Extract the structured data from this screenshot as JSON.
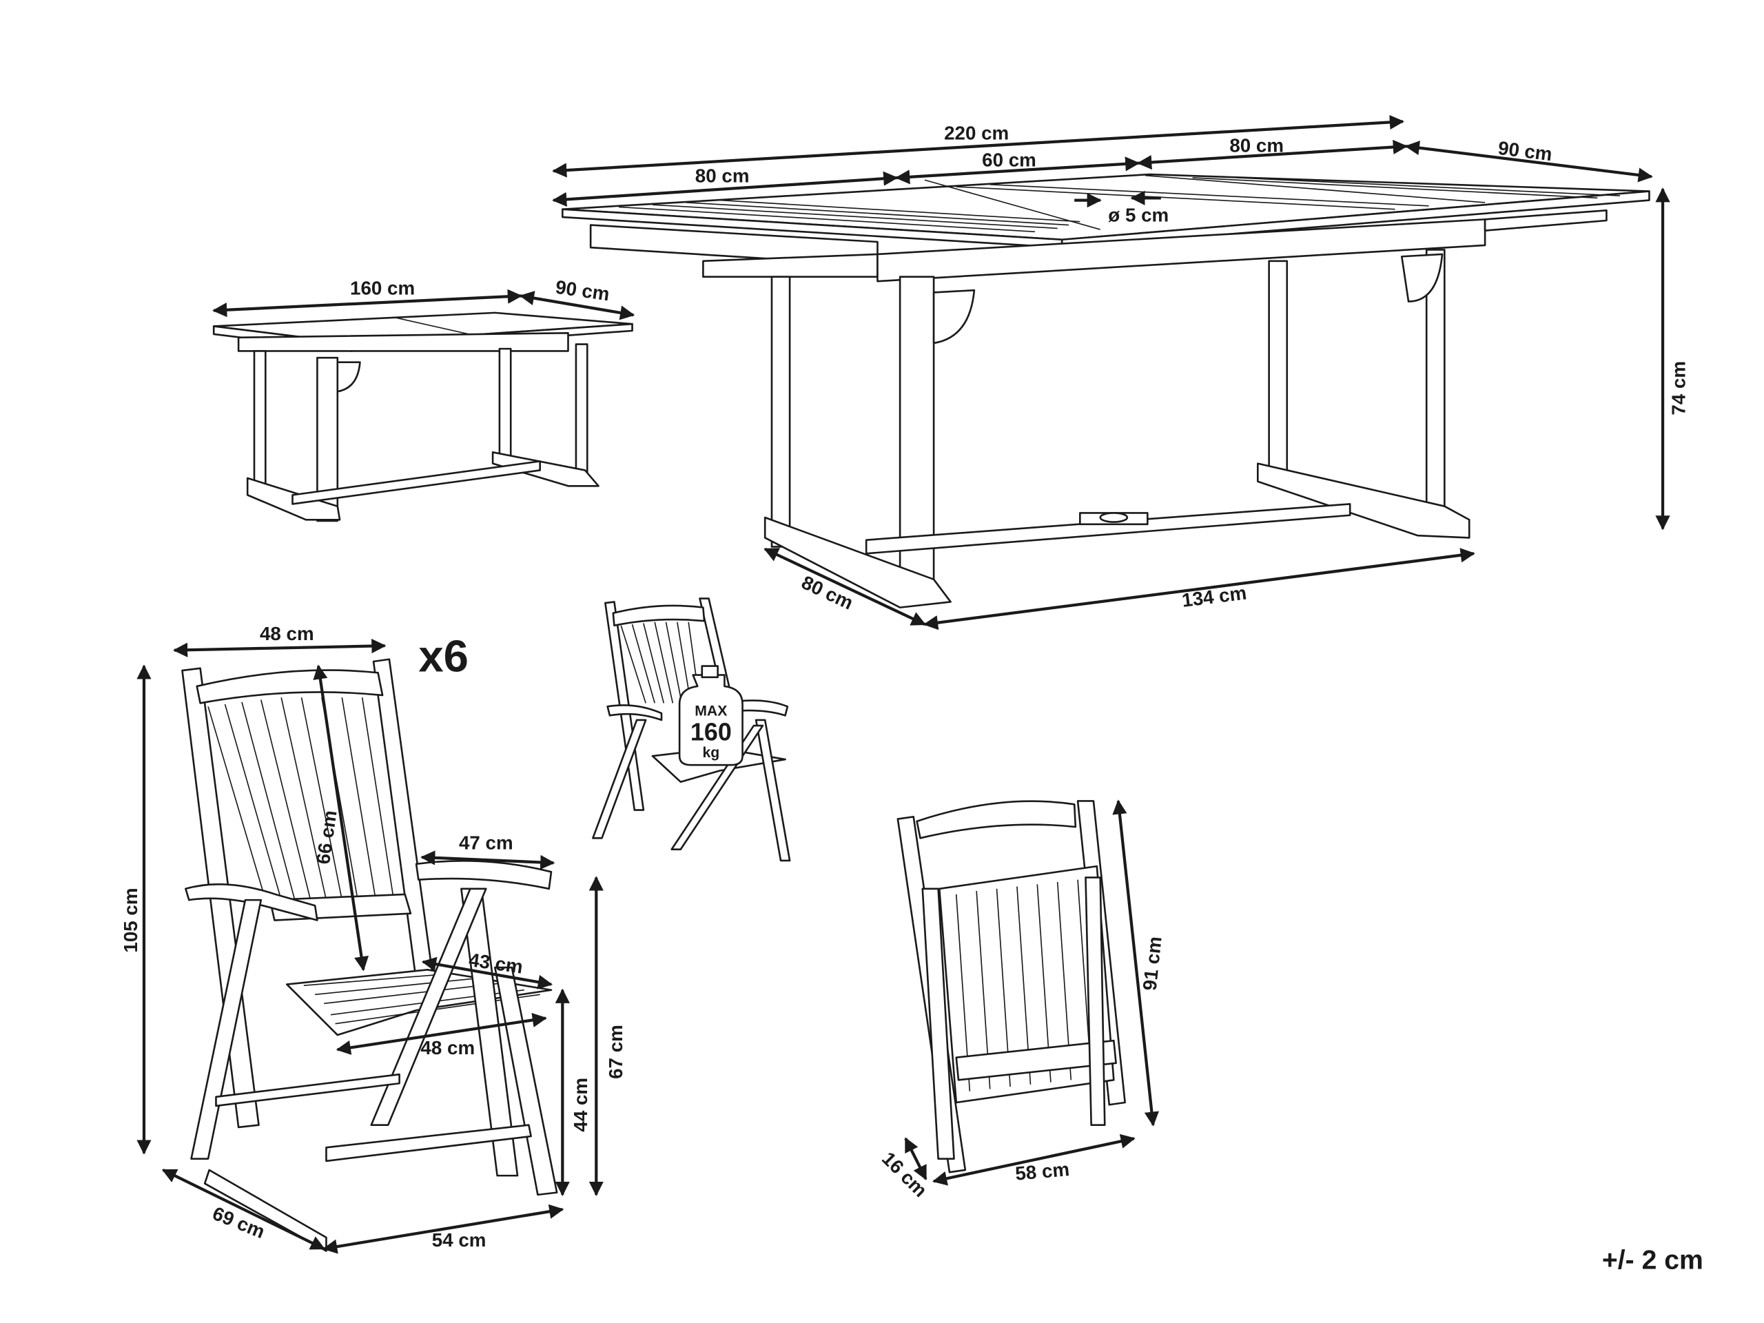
{
  "extended_table": {
    "total_length": "220 cm",
    "left_leaf": "80 cm",
    "center_leaf": "60 cm",
    "right_leaf": "80 cm",
    "width": "90 cm",
    "umbrella_hole": "ø 5 cm",
    "height": "74 cm",
    "base_depth": "80 cm",
    "base_length": "134 cm"
  },
  "compact_table": {
    "length": "160 cm",
    "width": "90 cm"
  },
  "chair": {
    "quantity": "x6",
    "back_width": "48 cm",
    "total_height": "105 cm",
    "backrest_height": "66 cm",
    "armrest_length": "47 cm",
    "seat_depth": "43 cm",
    "seat_width": "48 cm",
    "armrest_height": "67 cm",
    "seat_height": "44 cm",
    "depth": "69 cm",
    "width": "54 cm"
  },
  "load_badge": {
    "line1": "MAX",
    "line2": "160",
    "line3": "kg"
  },
  "folded_chair": {
    "height": "91 cm",
    "thickness": "16 cm",
    "width": "58 cm"
  },
  "tolerance": "+/- 2 cm"
}
